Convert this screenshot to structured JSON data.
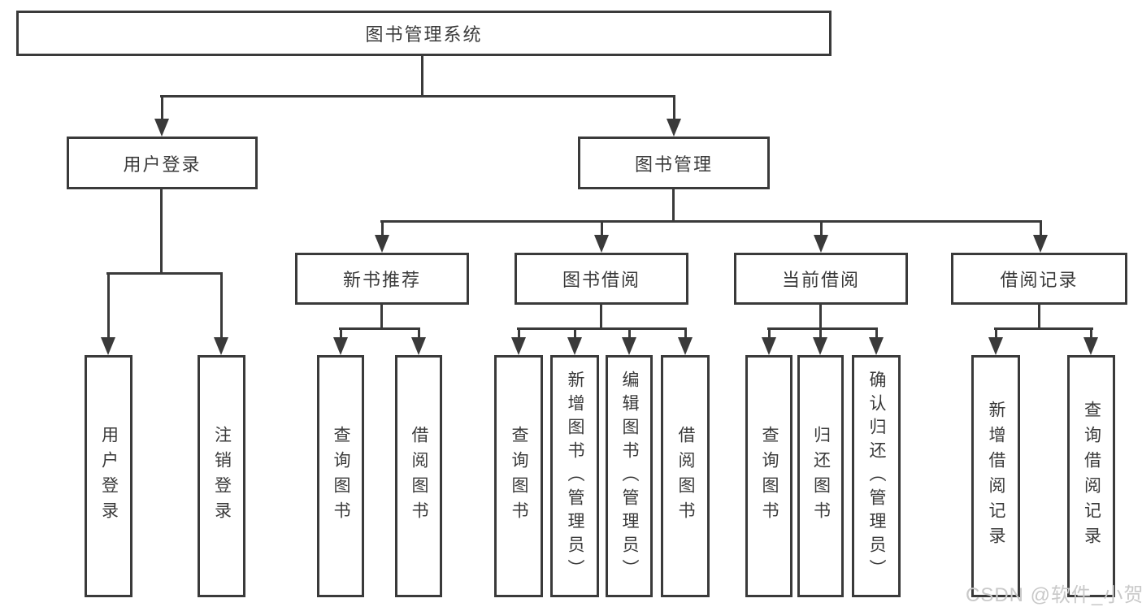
{
  "nodes": {
    "root": "图书管理系统",
    "level2": [
      "用户登录",
      "图书管理"
    ],
    "level3": [
      "新书推荐",
      "图书借阅",
      "当前借阅",
      "借阅记录"
    ],
    "leaves": [
      "用户登录",
      "注销登录",
      "查询图书",
      "借阅图书",
      "查询图书",
      "新增图书（管理员）",
      "编辑图书（管理员）",
      "借阅图书",
      "查询图书",
      "归还图书",
      "确认归还（管理员）",
      "新增借阅记录",
      "查询借阅记录"
    ]
  },
  "hierarchy": {
    "图书管理系统": [
      "用户登录",
      "图书管理"
    ],
    "用户登录": [
      "用户登录",
      "注销登录"
    ],
    "图书管理": [
      "新书推荐",
      "图书借阅",
      "当前借阅",
      "借阅记录"
    ],
    "新书推荐": [
      "查询图书",
      "借阅图书"
    ],
    "图书借阅": [
      "查询图书",
      "新增图书（管理员）",
      "编辑图书（管理员）",
      "借阅图书"
    ],
    "当前借阅": [
      "查询图书",
      "归还图书",
      "确认归还（管理员）"
    ],
    "借阅记录": [
      "新增借阅记录",
      "查询借阅记录"
    ]
  },
  "watermark": "CSDN @软件_小贺同学",
  "colors": {
    "line": "#3a3a3a",
    "text": "#3a3a3a",
    "background": "#ffffff",
    "watermark": "#c9c9c9"
  }
}
